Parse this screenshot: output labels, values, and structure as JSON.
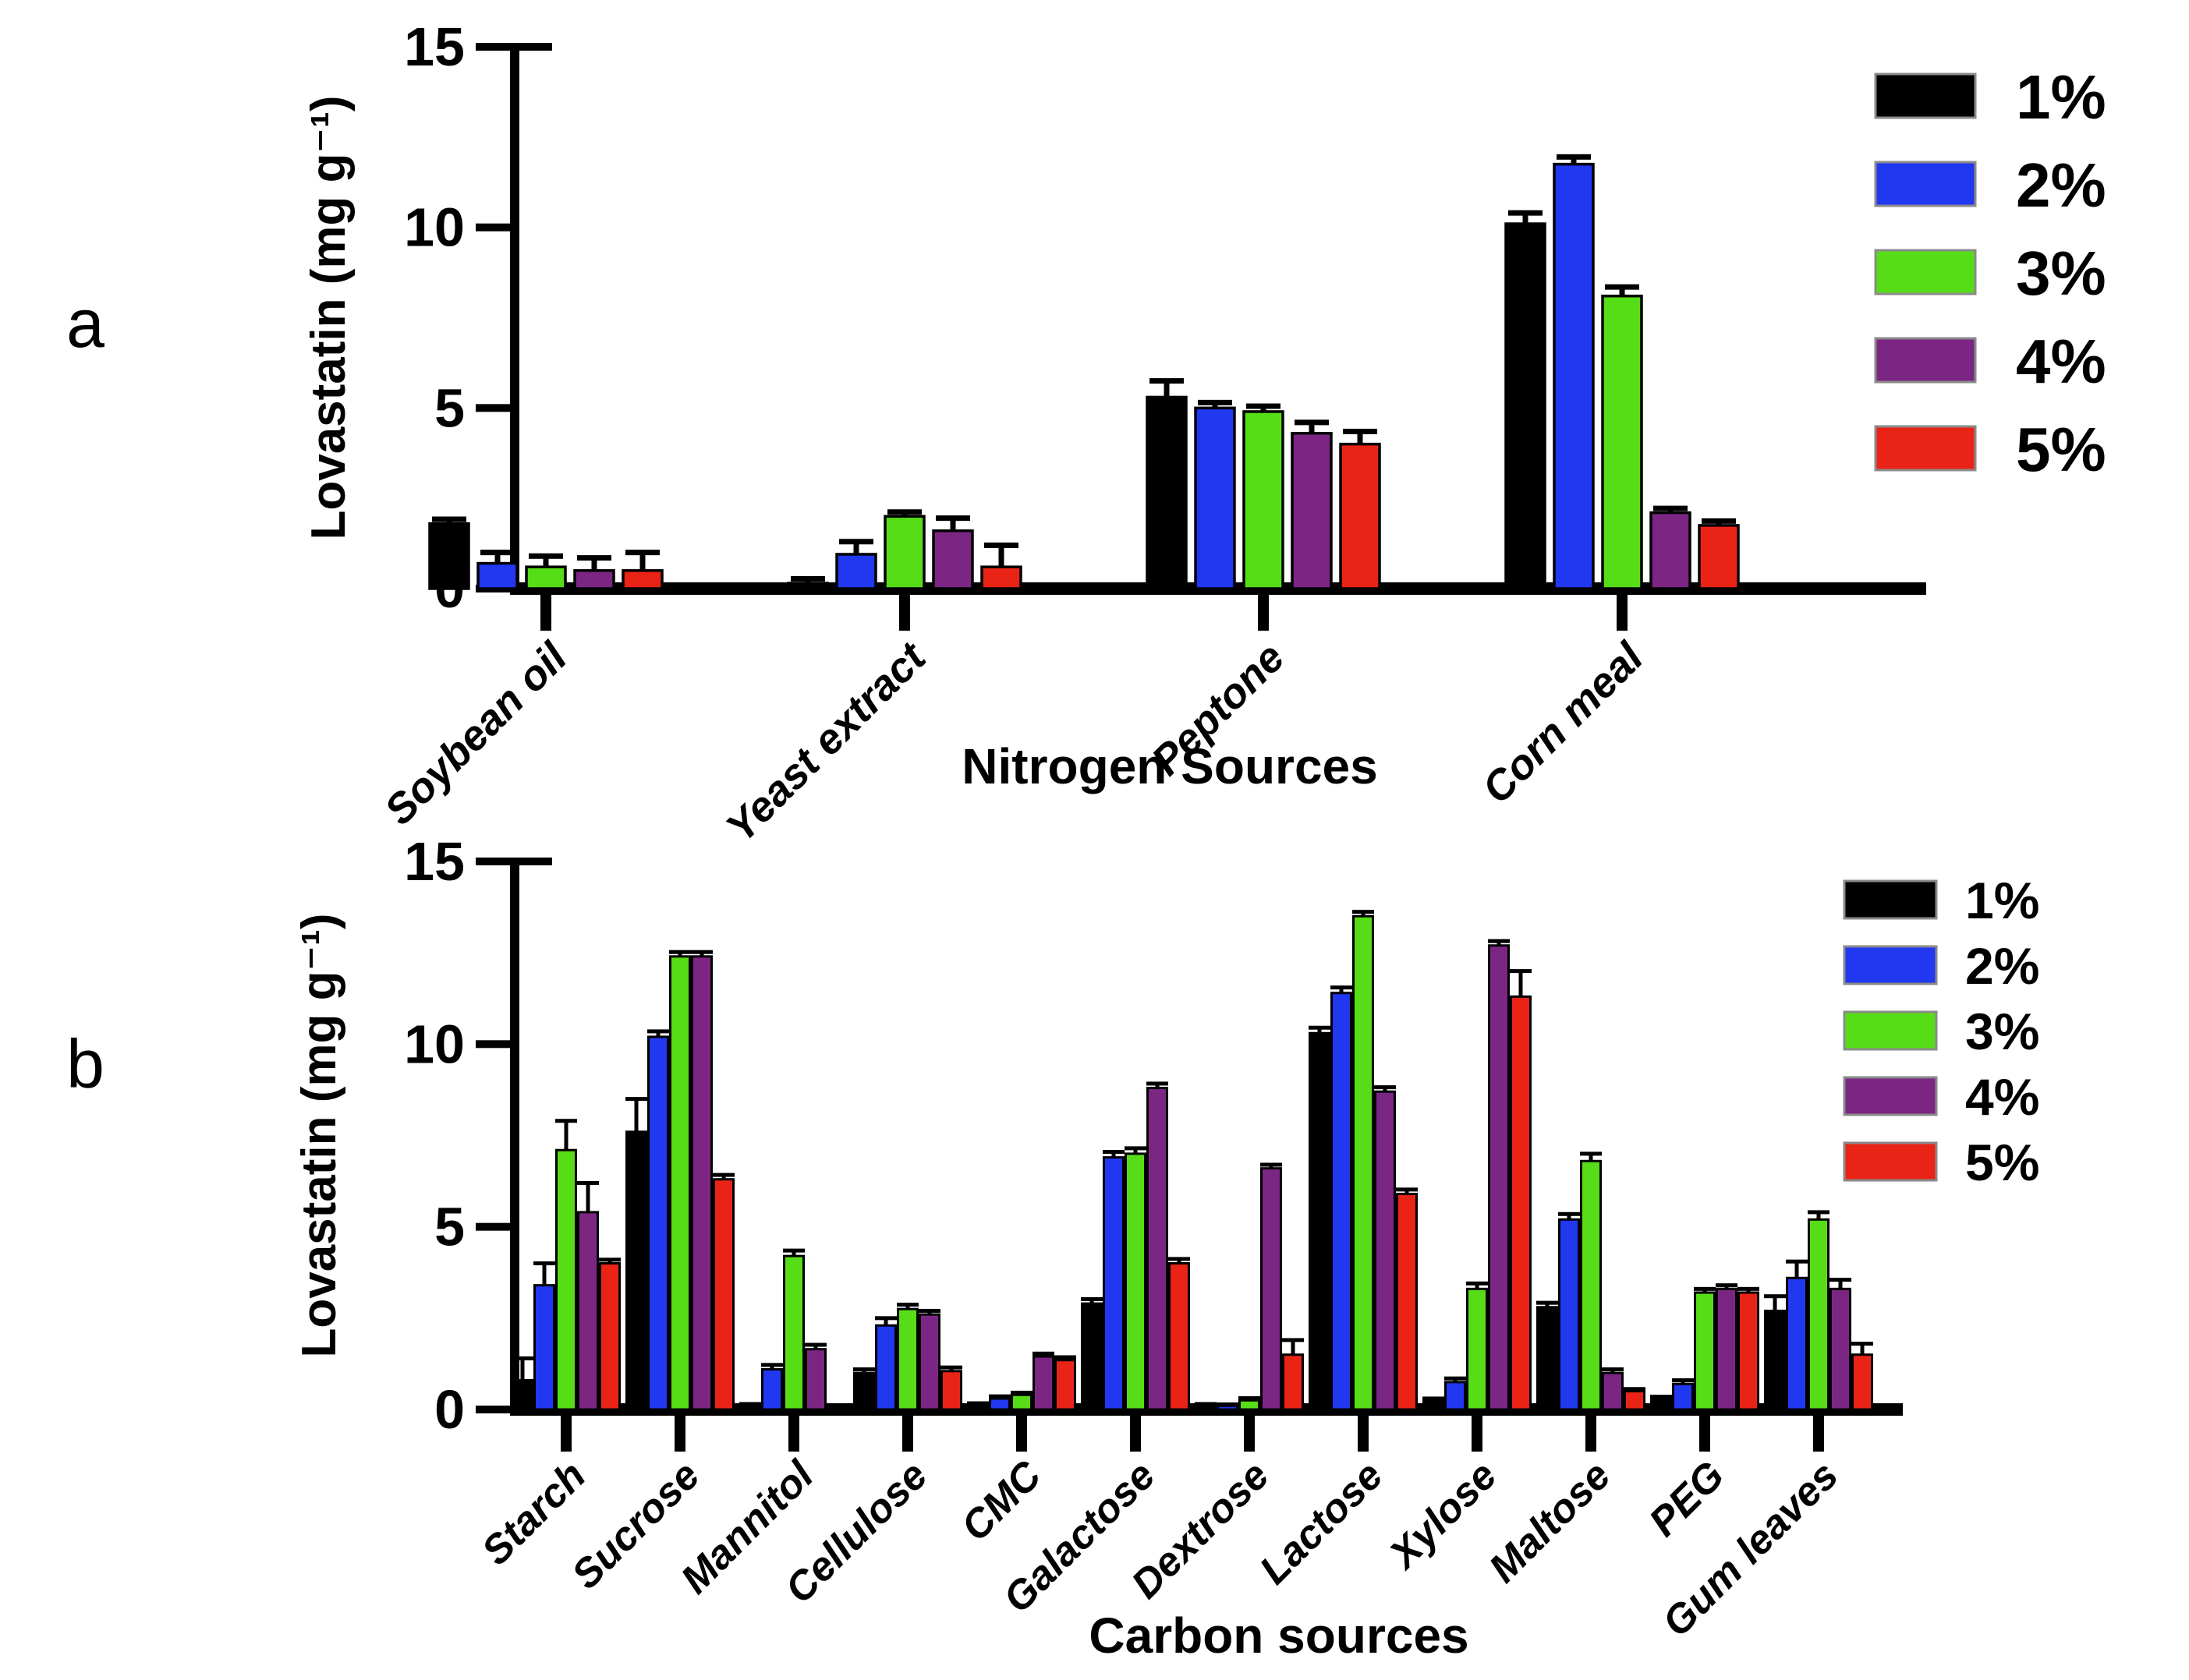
{
  "figure_background": "#ffffff",
  "chart_data": [
    {
      "id": "a",
      "panel_label": "a",
      "type": "bar",
      "title": "",
      "xlabel": "Nitrogen Sources",
      "ylabel": "Lovastatin (mg g⁻¹)",
      "ylim": [
        0,
        15
      ],
      "yticks": [
        "0",
        "5",
        "10",
        "15"
      ],
      "grid": false,
      "legend_position": "top-right",
      "error_bars": "upper",
      "categories": [
        "Soybean oil",
        "Yeast extract",
        "Peptone",
        "Corn meal"
      ],
      "series": [
        {
          "name": "1%",
          "color": "#000000",
          "values": [
            1.8,
            0.15,
            5.3,
            10.1
          ],
          "errors": [
            0.12,
            0.12,
            0.45,
            0.3
          ]
        },
        {
          "name": "2%",
          "color": "#2137f0",
          "values": [
            0.7,
            0.95,
            5.0,
            11.75
          ],
          "errors": [
            0.3,
            0.35,
            0.15,
            0.2
          ]
        },
        {
          "name": "3%",
          "color": "#56dd17",
          "values": [
            0.6,
            2.0,
            4.9,
            8.1
          ],
          "errors": [
            0.3,
            0.12,
            0.15,
            0.25
          ]
        },
        {
          "name": "4%",
          "color": "#7c2684",
          "values": [
            0.5,
            1.6,
            4.3,
            2.1
          ],
          "errors": [
            0.35,
            0.35,
            0.3,
            0.12
          ]
        },
        {
          "name": "5%",
          "color": "#e92417",
          "values": [
            0.5,
            0.6,
            4.0,
            1.75
          ],
          "errors": [
            0.5,
            0.6,
            0.35,
            0.12
          ]
        }
      ]
    },
    {
      "id": "b",
      "panel_label": "b",
      "type": "bar",
      "title": "",
      "xlabel": "Carbon sources",
      "ylabel": "Lovastatin (mg g⁻¹)",
      "ylim": [
        0,
        15
      ],
      "yticks": [
        "0",
        "5",
        "10",
        "15"
      ],
      "grid": false,
      "legend_position": "top-right",
      "error_bars": "upper",
      "categories": [
        "Starch",
        "Sucrose",
        "Mannitol",
        "Cellulose",
        "CMC",
        "Galactose",
        "Dextrose",
        "Lactose",
        "Xylose",
        "Maltose",
        "PEG",
        "Gum leaves"
      ],
      "series": [
        {
          "name": "1%",
          "color": "#000000",
          "values": [
            0.8,
            7.6,
            0.1,
            1.0,
            0.12,
            2.9,
            0.1,
            10.3,
            0.25,
            2.8,
            0.3,
            2.7
          ],
          "errors": [
            0.6,
            0.9,
            0.05,
            0.1,
            0.05,
            0.12,
            0.05,
            0.15,
            0.05,
            0.12,
            0.05,
            0.4
          ]
        },
        {
          "name": "2%",
          "color": "#2137f0",
          "values": [
            3.4,
            10.2,
            1.1,
            2.3,
            0.3,
            6.9,
            0.1,
            11.4,
            0.75,
            5.2,
            0.7,
            3.6
          ],
          "errors": [
            0.6,
            0.15,
            0.12,
            0.2,
            0.06,
            0.15,
            0.04,
            0.15,
            0.1,
            0.15,
            0.1,
            0.45
          ]
        },
        {
          "name": "3%",
          "color": "#56dd17",
          "values": [
            7.1,
            12.4,
            4.2,
            2.75,
            0.4,
            7.0,
            0.25,
            13.5,
            3.3,
            6.8,
            3.2,
            5.2
          ],
          "errors": [
            0.8,
            0.12,
            0.15,
            0.12,
            0.06,
            0.15,
            0.06,
            0.12,
            0.15,
            0.2,
            0.1,
            0.2
          ]
        },
        {
          "name": "4%",
          "color": "#7c2684",
          "values": [
            5.4,
            12.4,
            1.65,
            2.6,
            1.45,
            8.8,
            6.6,
            8.7,
            12.7,
            1.0,
            3.3,
            3.3
          ],
          "errors": [
            0.8,
            0.12,
            0.12,
            0.1,
            0.08,
            0.12,
            0.1,
            0.12,
            0.12,
            0.1,
            0.1,
            0.25
          ]
        },
        {
          "name": "5%",
          "color": "#e92417",
          "values": [
            4.0,
            6.3,
            0.05,
            1.05,
            1.35,
            4.0,
            1.5,
            5.9,
            11.3,
            0.5,
            3.2,
            1.5
          ],
          "errors": [
            0.1,
            0.12,
            0.03,
            0.1,
            0.08,
            0.12,
            0.4,
            0.12,
            0.7,
            0.06,
            0.1,
            0.3
          ]
        }
      ]
    }
  ]
}
